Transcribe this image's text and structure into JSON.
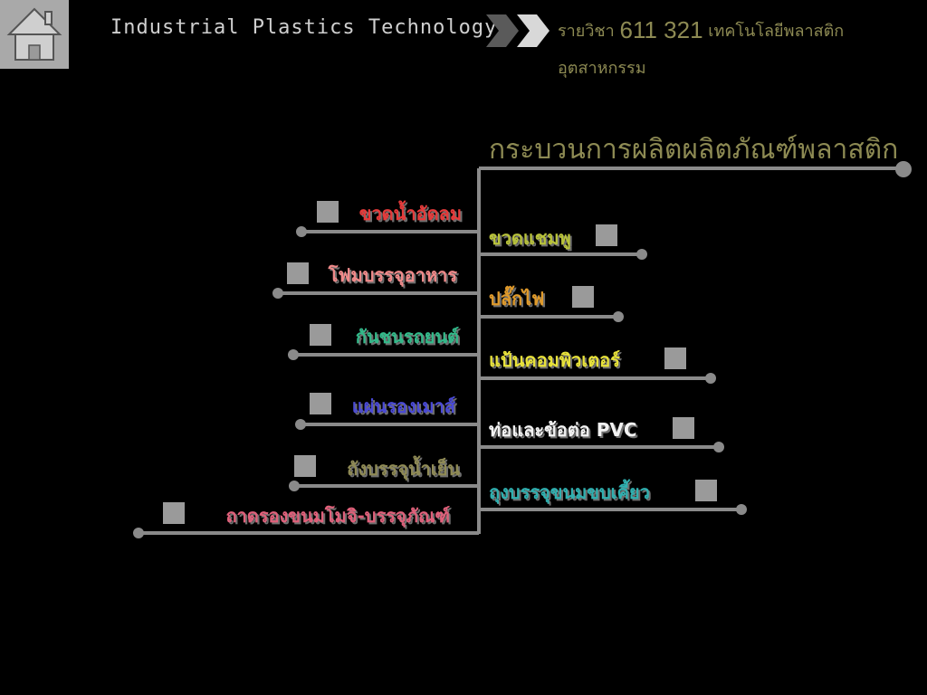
{
  "header": {
    "title": "Industrial Plastics Technology",
    "course_prefix": "รายวิชา",
    "course_code": "611 321",
    "course_name": "เทคโนโลยีพลาสติก",
    "course_name_line2": "อุตสาหกรรม"
  },
  "heading": "กระบวนการผลิตผลิตภัณฑ์พลาสติก",
  "left_items": [
    {
      "label": "ขวดน้ำอัดลม",
      "color": "#e63a3a"
    },
    {
      "label": "โฟมบรรจุอาหาร",
      "color": "#f08a8a"
    },
    {
      "label": "กันชนรถยนต์",
      "color": "#33b98a"
    },
    {
      "label": "แผ่นรองเมาส์",
      "color": "#4a4ad6"
    },
    {
      "label": "ถังบรรจุน้ำเย็น",
      "color": "#8f8a55"
    },
    {
      "label": "ถาดรองขนมโมจิ-บรรจุภัณฑ์",
      "color": "#e0607a"
    }
  ],
  "right_items": [
    {
      "label": "ขวดแชมพู",
      "color": "#b8c23a"
    },
    {
      "label": "ปลั๊กไฟ",
      "color": "#e09a2a"
    },
    {
      "label": "แป้นคอมพิวเตอร์",
      "color": "#e8e23a"
    },
    {
      "label": "ท่อและข้อต่อ PVC",
      "color": "#f2f2f2"
    },
    {
      "label": "ถุงบรรจุขนมขบเคี้ยว",
      "color": "#2fb0b0"
    }
  ],
  "colors": {
    "line": "#8a8a8a",
    "button": "#9a9a9a",
    "header_text": "#8d8a53",
    "title_text": "#cfcfcf"
  }
}
